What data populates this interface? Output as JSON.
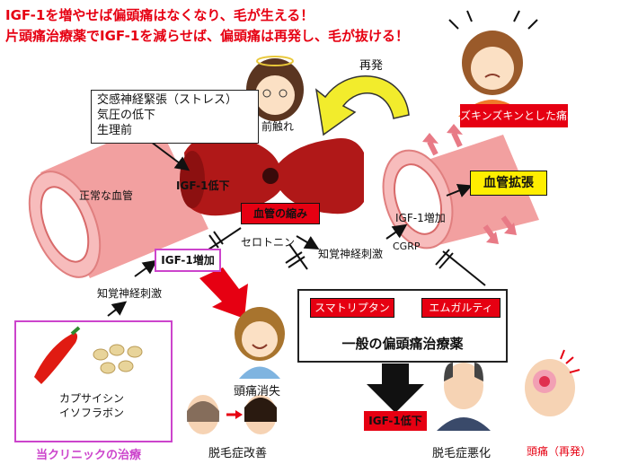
{
  "title": {
    "line1": "IGF-1を増やせば偏頭痛はなくなり、毛が生える！",
    "line2": "片頭痛治療薬でIGF-1を減らせば、偏頭痛は再発し、毛が抜ける！"
  },
  "stress_box": {
    "items": [
      "交感神経緊張（ストレス）",
      "気圧の低下",
      "生理前"
    ]
  },
  "labels": {
    "saihatsu": "再発",
    "zenchokure": "前触れ",
    "zukinzukin": "ズキンズキンとした痛み",
    "normal_vessel": "正常な血管",
    "igf1_low_top": "IGF-1低下",
    "vessel_constrict": "血管の縮み",
    "serotonin": "セロトニン",
    "sensory_nerve_mid": "知覚神経刺激",
    "igf1_up_right": "IGF-1増加",
    "cgrp": "CGRP",
    "vessel_dilation": "血管拡張",
    "igf1_up_left": "IGF-1増加",
    "sensory_nerve_left": "知覚神経刺激",
    "drug1": "スマトリプタン",
    "drug2": "エムガルティ",
    "general_treatment": "一般の偏頭痛治療薬",
    "capsaicin": "カプサイシン",
    "isoflavone": "イソフラボン",
    "clinic_treatment": "当クリニックの治療",
    "headache_gone": "頭痛消失",
    "hair_improve": "脱毛症改善",
    "igf1_low_bottom": "IGF-1低下",
    "hair_worse": "脱毛症悪化",
    "headache_recur": "頭痛（再発）"
  },
  "colors": {
    "accent_red": "#e60012",
    "magenta": "#cc44cc",
    "vessel_red": "#b01818",
    "vessel_pink": "#f2a0a0",
    "arrow_yellow": "#f2ec2c",
    "dilation_yellow": "#ffee00"
  }
}
